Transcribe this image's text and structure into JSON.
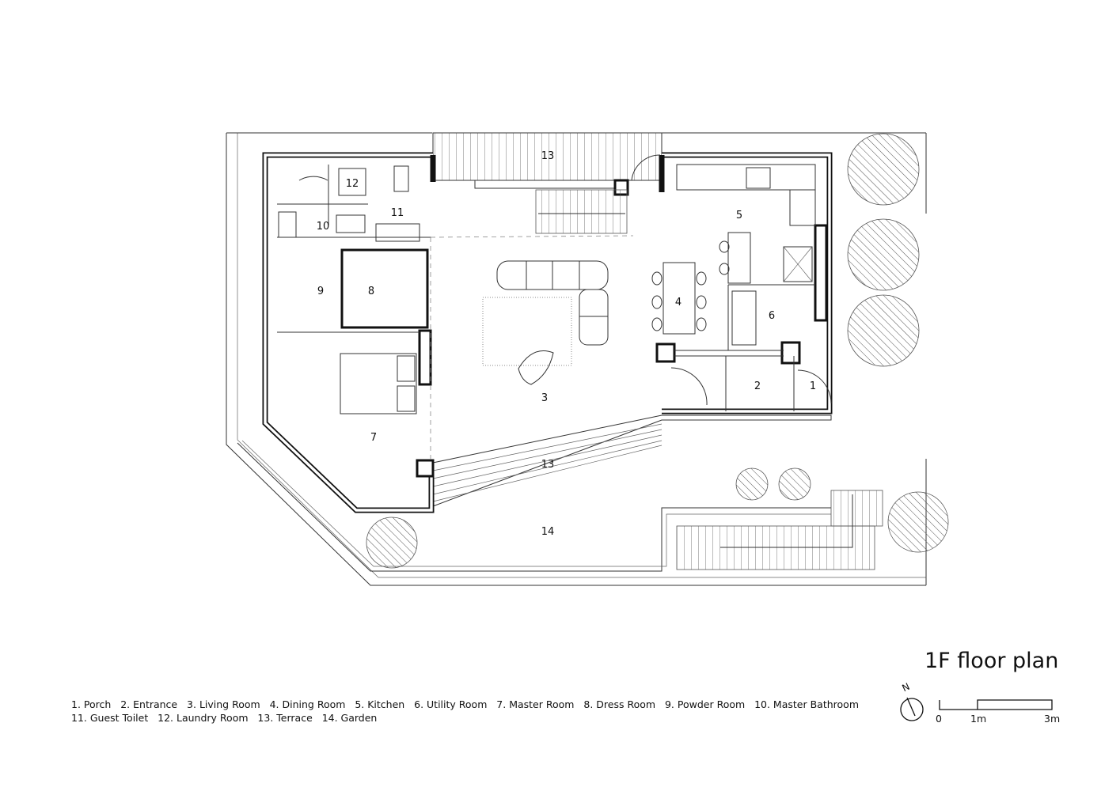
{
  "title": "1F floor plan",
  "legend": {
    "line1": "1. Porch   2. Entrance   3. Living Room   4. Dining Room   5. Kitchen   6. Utility Room   7. Master Room   8. Dress Room   9. Powder Room   10. Master Bathroom",
    "line2": "11. Guest Toilet   12. Laundry Room   13. Terrace   14. Garden"
  },
  "rooms": {
    "porch": "1",
    "entrance": "2",
    "living_room": "3",
    "dining_room": "4",
    "kitchen": "5",
    "utility_room": "6",
    "master_room": "7",
    "dress_room": "8",
    "powder_room": "9",
    "master_bathroom": "10",
    "guest_toilet": "11",
    "laundry_room": "12",
    "terrace_north": "13",
    "terrace_south": "13",
    "garden": "14"
  },
  "north_label": "N",
  "scale": {
    "zero": "0",
    "one": "1m",
    "three": "3m"
  }
}
